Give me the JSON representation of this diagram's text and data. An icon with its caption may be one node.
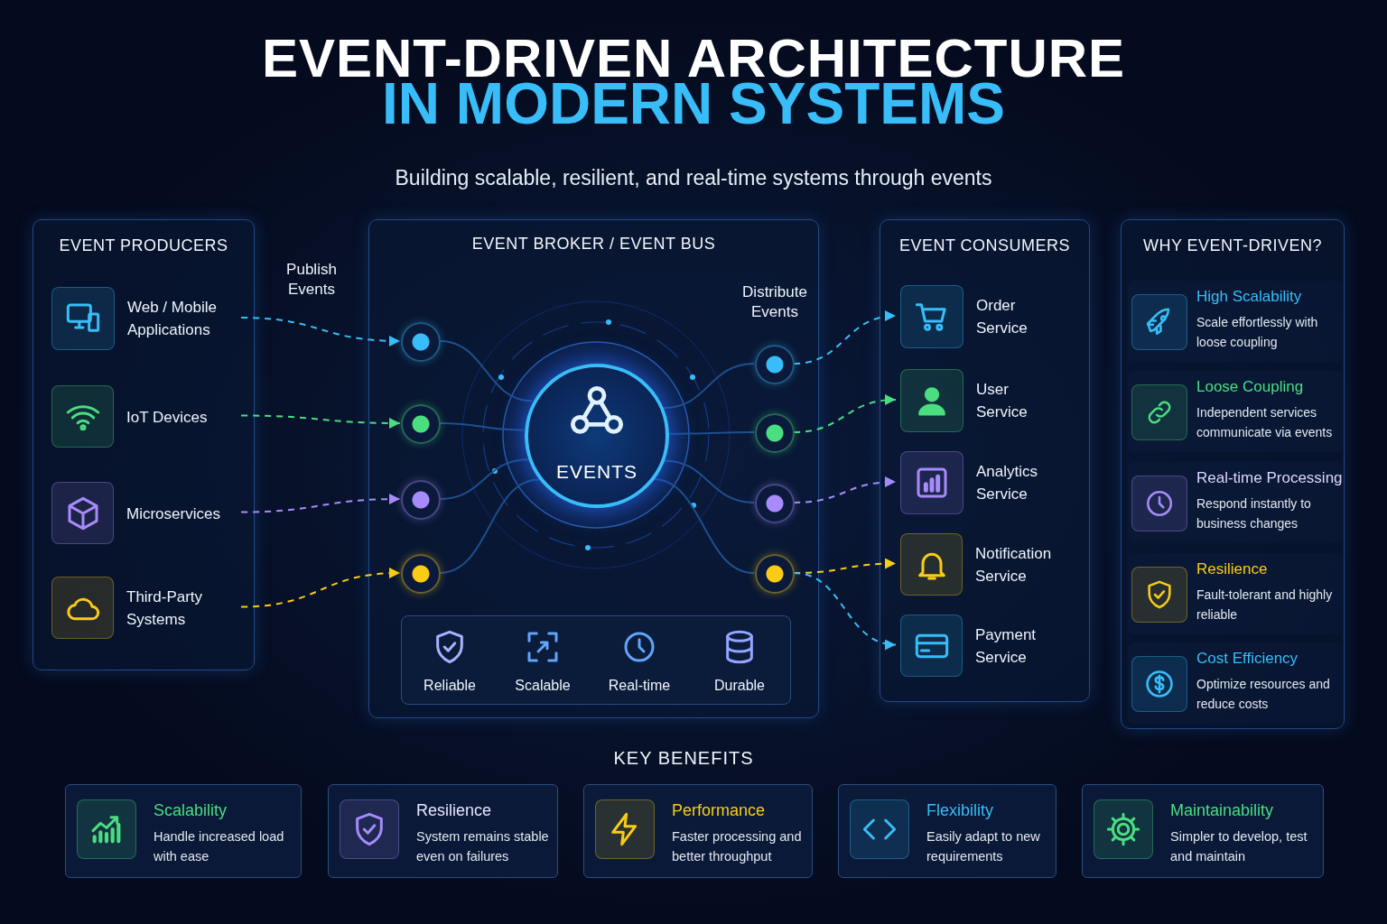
{
  "diagram": {
    "title": "EVENT-DRIVEN ARCHITECTURE",
    "caption": "Building scalable, resilient, and real-time systems through events",
    "nodes": [
      {
        "text": [
          "EVENT PRODUCERS"
        ]
      },
      {
        "text": [
          "Web / Mobile Applications"
        ],
        "in": 0
      },
      {
        "text": [
          "IoT Devices"
        ],
        "in": 0
      },
      {
        "text": [
          "Microservices"
        ],
        "in": 0
      },
      {
        "text": [
          "Third-Party Systems"
        ],
        "in": 0
      },
      {
        "text": [
          "EVENT BROKER / EVENT BUS"
        ]
      },
      {
        "text": [],
        "shape": "circle",
        "in": 5
      },
      {
        "text": [],
        "shape": "circle",
        "in": 5
      },
      {
        "text": [],
        "shape": "circle",
        "in": 5
      },
      {
        "text": [],
        "shape": "circle",
        "in": 5
      },
      {
        "text": [],
        "shape": "circle",
        "in": 5
      },
      {
        "text": [],
        "shape": "circle",
        "in": 5
      },
      {
        "text": [],
        "shape": "circle",
        "in": 5
      },
      {
        "text": [],
        "shape": "circle",
        "in": 5
      },
      {
        "text": [
          "EVENTS"
        ],
        "in": 5
      },
      {
        "text": [
          "Reliable",
          "Scalable",
          "Real-time",
          "Durable"
        ],
        "in": 5
      },
      {
        "text": [
          "EVENT CONSUMERS"
        ]
      },
      {
        "text": [
          "Order Service"
        ],
        "in": 16
      },
      {
        "text": [
          "User Service"
        ],
        "in": 16
      },
      {
        "text": [
          "Analytics Service"
        ],
        "in": 16
      },
      {
        "text": [
          "Notification Service"
        ],
        "in": 16
      },
      {
        "text": [
          "Payment Service"
        ],
        "in": 16
      },
      {
        "text": [
          "WHY EVENT-DRIVEN?"
        ]
      },
      {
        "text": [
          "High Scalability",
          "Scale effortlessly with loose coupling"
        ],
        "in": 22
      },
      {
        "text": [
          "Loose Coupling",
          "Independent services communicate via events"
        ],
        "in": 22
      },
      {
        "text": [
          "Real-time Processing",
          "Respond instantly to business changes"
        ],
        "in": 22
      },
      {
        "text": [
          "Resilience",
          "Fault-tolerant and highly reliable"
        ],
        "in": 22
      },
      {
        "text": [
          "Cost Efficiency",
          "Optimize resources and reduce costs"
        ],
        "in": 22
      },
      {
        "text": [
          "Scalability",
          "Handle increased load with ease"
        ]
      },
      {
        "text": [
          "Resilience",
          "System remains stable even on failures"
        ]
      },
      {
        "text": [
          "Performance",
          "Faster processing and better throughput"
        ]
      },
      {
        "text": [
          "Flexibility",
          "Easily adapt to new requirements"
        ]
      },
      {
        "text": [
          "Maintainability",
          "Simpler to develop, test and maintain"
        ]
      }
    ],
    "edges": [
      {
        "from": 1,
        "to": 6,
        "arrow": "to",
        "style": "dashed",
        "color": "#38bdf8"
      },
      {
        "from": 2,
        "to": 7,
        "arrow": "to",
        "style": "dashed",
        "color": "#4ade80"
      },
      {
        "from": 3,
        "to": 8,
        "arrow": "to",
        "style": "dashed",
        "color": "#a78bfa"
      },
      {
        "from": 4,
        "to": 9,
        "arrow": "to",
        "style": "dashed",
        "color": "#facc15"
      },
      {
        "from": 6,
        "to": 14,
        "arrow": "none",
        "color": "#1e4f8f"
      },
      {
        "from": 7,
        "to": 14,
        "arrow": "none",
        "color": "#1e4f8f"
      },
      {
        "from": 8,
        "to": 14,
        "arrow": "none",
        "color": "#1e4f8f"
      },
      {
        "from": 9,
        "to": 14,
        "arrow": "none",
        "color": "#1e4f8f"
      },
      {
        "from": 14,
        "to": 10,
        "arrow": "none",
        "color": "#1e4f8f"
      },
      {
        "from": 14,
        "to": 11,
        "arrow": "none",
        "color": "#1e4f8f"
      },
      {
        "from": 14,
        "to": 12,
        "arrow": "none",
        "color": "#1e4f8f"
      },
      {
        "from": 14,
        "to": 13,
        "arrow": "none",
        "color": "#1e4f8f"
      },
      {
        "from": 10,
        "to": 17,
        "arrow": "to",
        "style": "dashed",
        "color": "#38bdf8"
      },
      {
        "from": 11,
        "to": 18,
        "arrow": "to",
        "style": "dashed",
        "color": "#4ade80"
      },
      {
        "from": 12,
        "to": 19,
        "arrow": "to",
        "style": "dashed",
        "color": "#a78bfa"
      },
      {
        "from": 13,
        "to": 20,
        "arrow": "to",
        "style": "dashed",
        "color": "#facc15"
      },
      {
        "from": 13,
        "to": 21,
        "arrow": "to",
        "style": "dashed",
        "color": "#38bdf8"
      }
    ],
    "labels": [
      "IN MODERN SYSTEMS",
      "Publish Events",
      "Distribute Events",
      "KEY BENEFITS"
    ]
  }
}
